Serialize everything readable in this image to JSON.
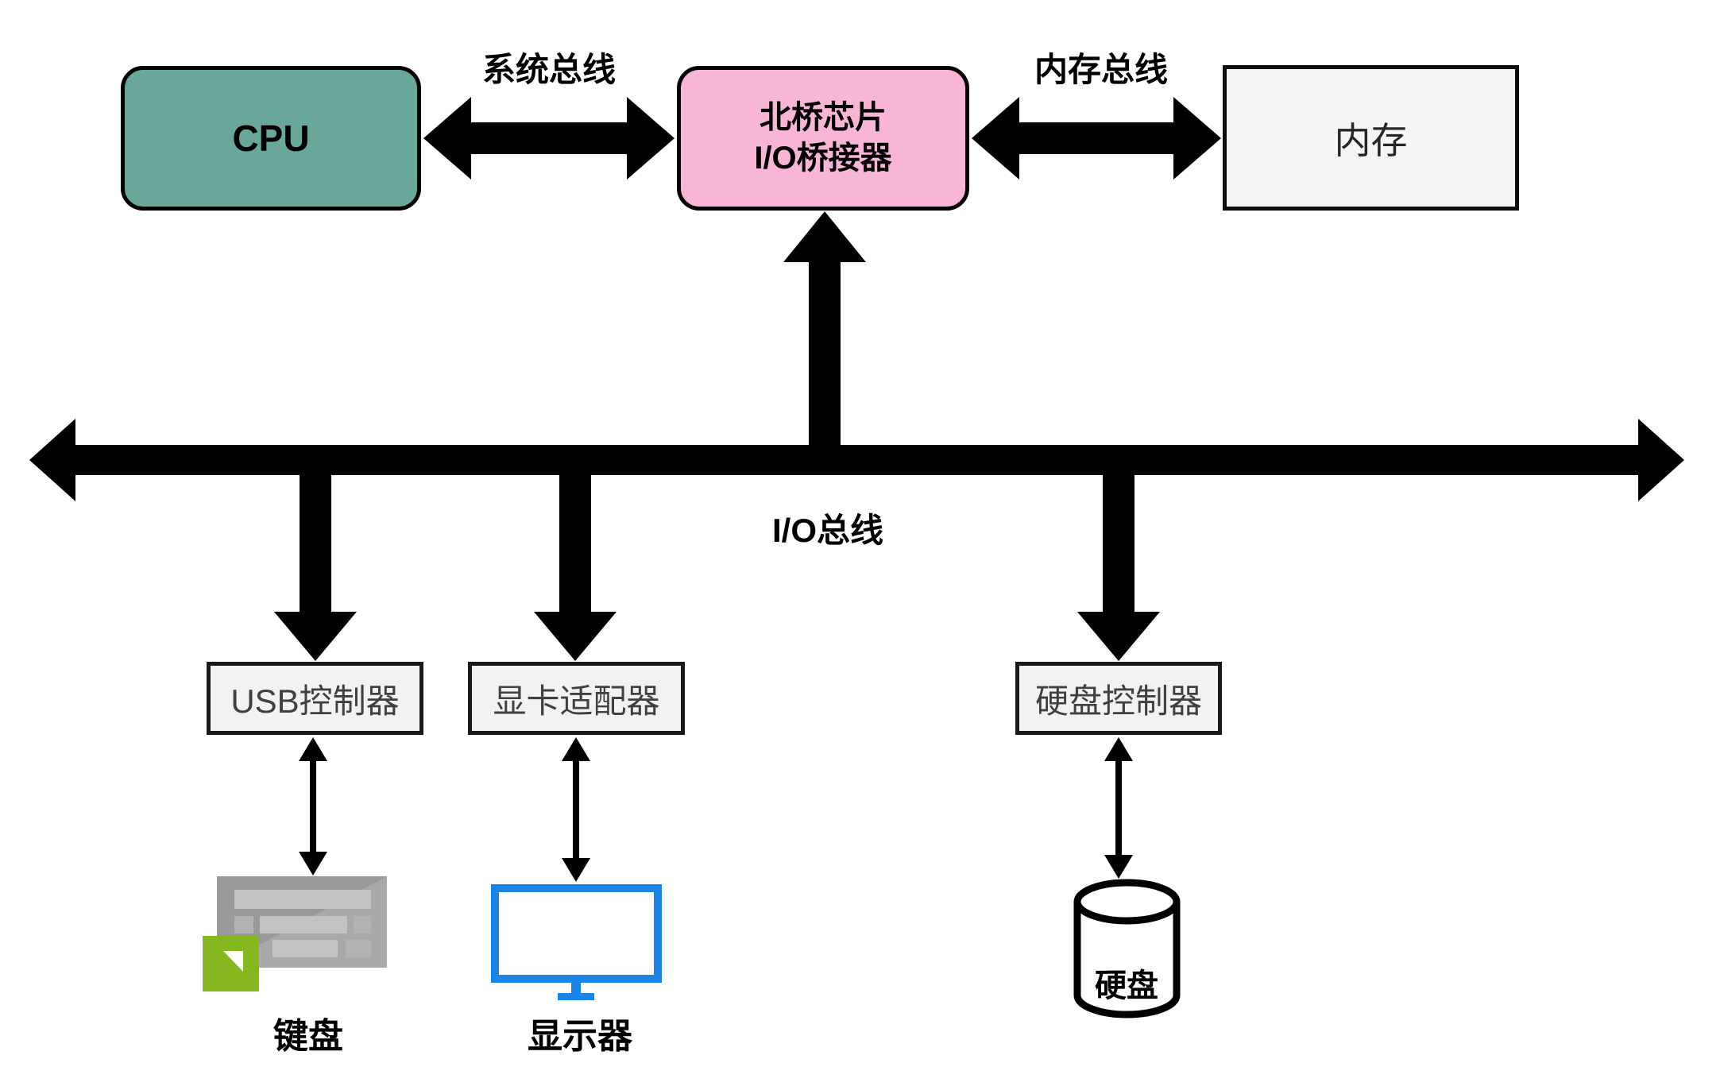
{
  "diagram": {
    "nodes": {
      "cpu": {
        "label": "CPU"
      },
      "northbridge": {
        "line1": "北桥芯片",
        "line2": "I/O桥接器"
      },
      "memory": {
        "label": "内存"
      },
      "usb_controller": {
        "label": "USB控制器"
      },
      "graphics_adapter": {
        "label": "显卡适配器"
      },
      "disk_controller": {
        "label": "硬盘控制器"
      },
      "keyboard": {
        "label": "键盘"
      },
      "monitor": {
        "label": "显示器"
      },
      "hard_disk": {
        "label": "硬盘"
      }
    },
    "buses": {
      "system_bus": {
        "label": "系统总线"
      },
      "memory_bus": {
        "label": "内存总线"
      },
      "io_bus": {
        "label": "I/O总线"
      }
    },
    "icons": {
      "keyboard": "keyboard-icon",
      "monitor": "monitor-icon",
      "hard_disk": "hard-disk-cylinder-icon"
    },
    "colors": {
      "cpu_fill": "#6aa79b",
      "northbridge_fill": "#f9b5d6",
      "memory_fill": "#f5f5f5",
      "controller_fill": "#f2f2f2",
      "arrow": "#000000",
      "monitor_blue": "#1b84e8",
      "keyboard_green": "#85b71e",
      "keyboard_gray_dark": "#999999",
      "keyboard_gray_light": "#a9a9a9",
      "key_light": "#c2c2c2",
      "key_mid": "#b3b3b3"
    }
  }
}
